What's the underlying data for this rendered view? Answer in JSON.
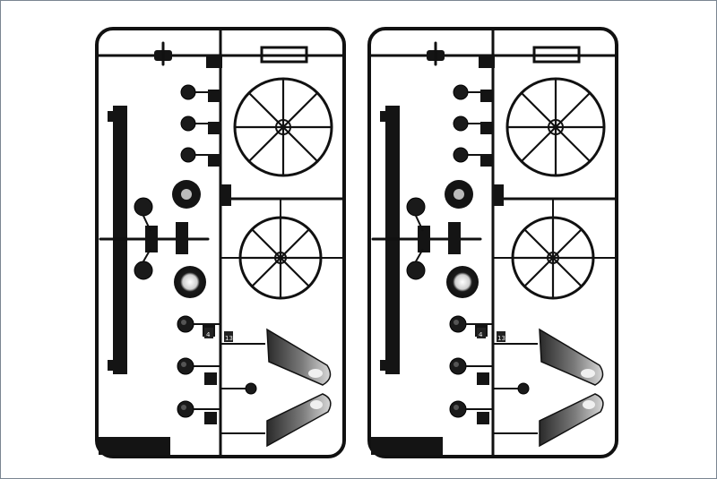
{
  "image": {
    "description_kind": "product-photo",
    "background_color": "#ffffff",
    "frame_color": "#7a8591",
    "part_color": "#141414",
    "rudder_gradient": [
      "#2a2a2a",
      "#7a7a7a",
      "#d8d8d8"
    ]
  },
  "sprues": [
    {
      "id": "left",
      "part_numbers": [
        "4",
        "13"
      ]
    },
    {
      "id": "right",
      "part_numbers": [
        "4",
        "13"
      ]
    }
  ]
}
